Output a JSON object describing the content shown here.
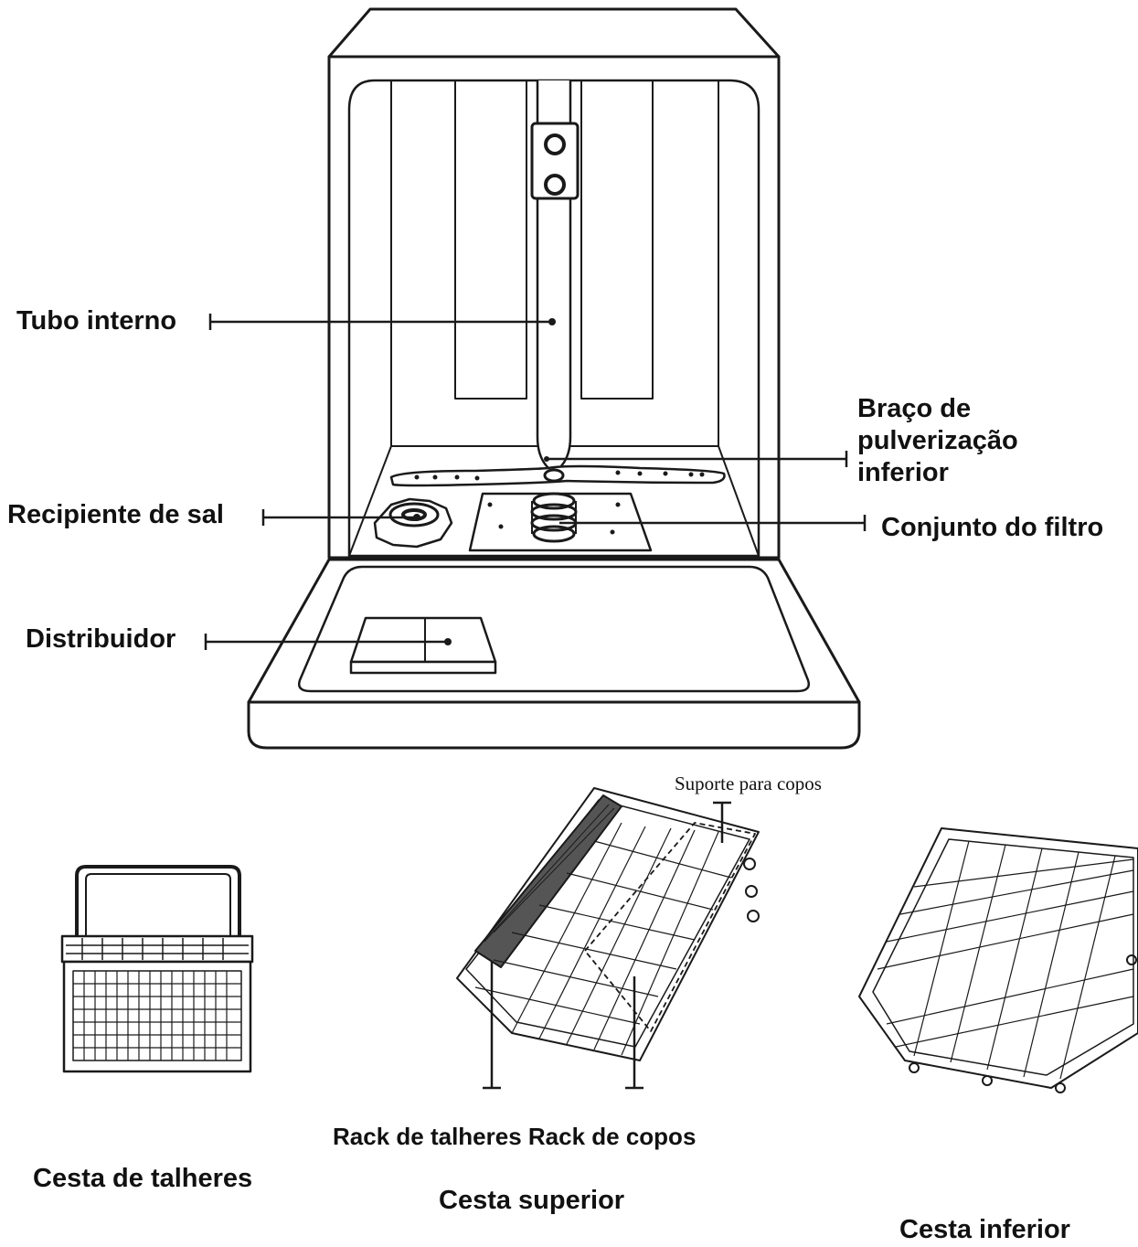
{
  "labels": {
    "inner_tube": "Tubo interno",
    "lower_spray_arm": "Braço de pulverização inferior",
    "salt_container": "Recipiente de sal",
    "filter_assembly": "Conjunto do filtro",
    "dispenser": "Distribuidor",
    "cup_support": "Suporte para copos",
    "cutlery_rack_cup_rack": "Rack de talheres Rack de copos",
    "cutlery_basket": "Cesta de talheres",
    "upper_basket": "Cesta superior",
    "lower_basket": "Cesta inferior"
  }
}
